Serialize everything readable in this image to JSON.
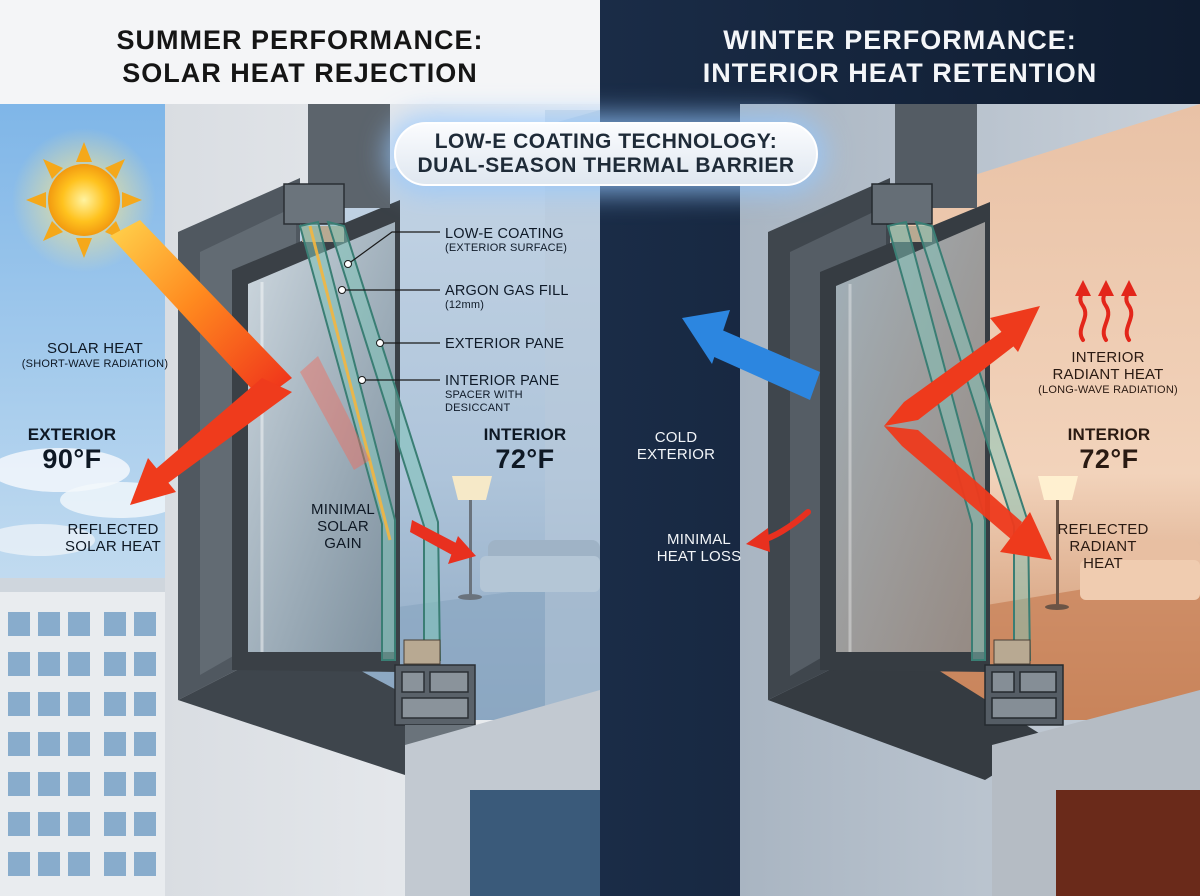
{
  "summer": {
    "title_line1": "SUMMER PERFORMANCE:",
    "title_line2": "SOLAR HEAT REJECTION",
    "solar_heat": "SOLAR HEAT",
    "solar_heat_sub": "(SHORT-WAVE RADIATION)",
    "exterior_label": "EXTERIOR",
    "exterior_temp": "90°F",
    "reflected_line1": "REFLECTED",
    "reflected_line2": "SOLAR HEAT",
    "minimal_line1": "MINIMAL",
    "minimal_line2": "SOLAR",
    "minimal_line3": "GAIN",
    "interior_label": "INTERIOR",
    "interior_temp": "72°F"
  },
  "winter": {
    "title_line1": "WINTER PERFORMANCE:",
    "title_line2": "INTERIOR HEAT RETENTION",
    "cold_line1": "COLD",
    "cold_line2": "EXTERIOR",
    "heat_loss_line1": "MINIMAL",
    "heat_loss_line2": "HEAT LOSS",
    "radiant_line1": "INTERIOR",
    "radiant_line2": "RADIANT HEAT",
    "radiant_sub": "(LONG-WAVE RADIATION)",
    "interior_label": "INTERIOR",
    "interior_temp": "72°F",
    "reflected_line1": "REFLECTED",
    "reflected_line2": "RADIANT",
    "reflected_line3": "HEAT"
  },
  "badge": {
    "line1": "LOW-E COATING TECHNOLOGY:",
    "line2": "DUAL-SEASON THERMAL BARRIER"
  },
  "callouts": {
    "lowe": "LOW-E COATING",
    "lowe_sub": "(EXTERIOR SURFACE)",
    "argon": "ARGON GAS FILL",
    "argon_sub": "(12mm)",
    "exterior_pane": "EXTERIOR PANE",
    "interior_pane": "INTERIOR PANE",
    "spacer_line1": "SPACER WITH",
    "spacer_line2": "DESICCANT"
  },
  "colors": {
    "winter_bg": "#14233a",
    "hot_arrow": "#f03a1a",
    "cold_arrow": "#2c86e0",
    "frame": "#4a5158",
    "glass": "#5aa7a0"
  }
}
